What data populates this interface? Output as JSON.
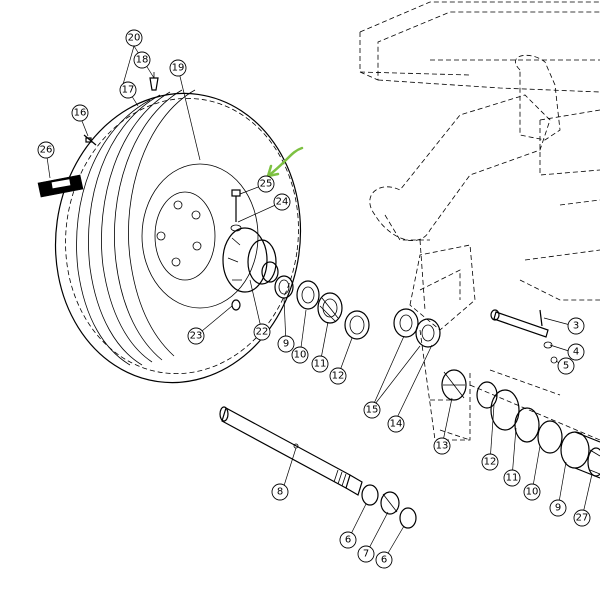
{
  "diagram": {
    "callouts": [
      {
        "id": "c20",
        "label": "20"
      },
      {
        "id": "c18",
        "label": "18"
      },
      {
        "id": "c19",
        "label": "19"
      },
      {
        "id": "c17",
        "label": "17"
      },
      {
        "id": "c16",
        "label": "16"
      },
      {
        "id": "c26",
        "label": "26"
      },
      {
        "id": "c25",
        "label": "25"
      },
      {
        "id": "c24",
        "label": "24"
      },
      {
        "id": "c23",
        "label": "23"
      },
      {
        "id": "c22",
        "label": "22"
      },
      {
        "id": "c9a",
        "label": "9"
      },
      {
        "id": "c10a",
        "label": "10"
      },
      {
        "id": "c11a",
        "label": "11"
      },
      {
        "id": "c12a",
        "label": "12"
      },
      {
        "id": "c15",
        "label": "15"
      },
      {
        "id": "c14",
        "label": "14"
      },
      {
        "id": "c13",
        "label": "13"
      },
      {
        "id": "c12b",
        "label": "12"
      },
      {
        "id": "c11b",
        "label": "11"
      },
      {
        "id": "c10b",
        "label": "10"
      },
      {
        "id": "c9b",
        "label": "9"
      },
      {
        "id": "c27",
        "label": "27"
      },
      {
        "id": "c8",
        "label": "8"
      },
      {
        "id": "c6a",
        "label": "6"
      },
      {
        "id": "c7",
        "label": "7"
      },
      {
        "id": "c6b",
        "label": "6"
      },
      {
        "id": "c3",
        "label": "3"
      },
      {
        "id": "c4",
        "label": "4"
      },
      {
        "id": "c5",
        "label": "5"
      }
    ],
    "highlight_color": "#7dc142"
  }
}
